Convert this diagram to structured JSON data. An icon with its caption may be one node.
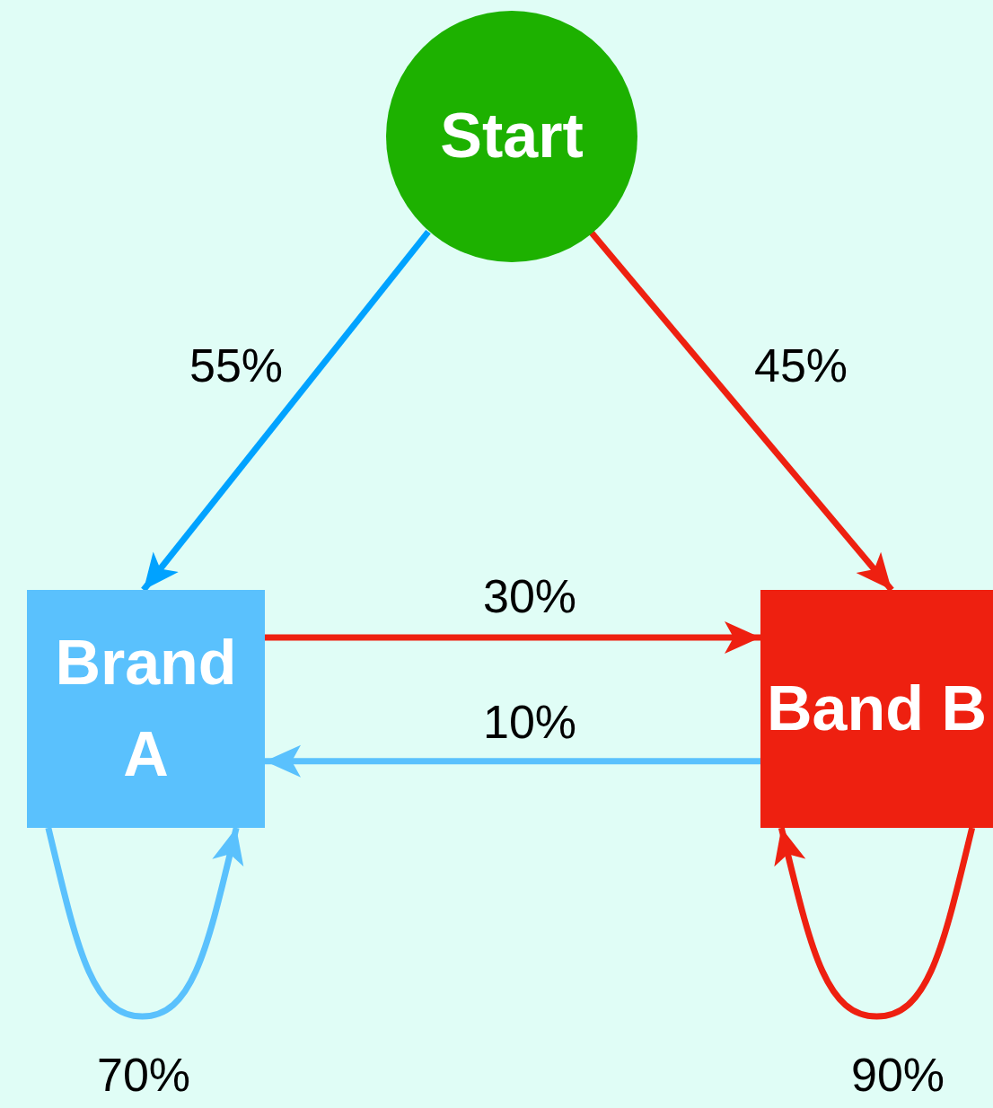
{
  "diagram": {
    "nodes": [
      {
        "text": [
          "Start"
        ]
      },
      {
        "text": [
          "Brand A"
        ]
      },
      {
        "text": [
          "Band B"
        ]
      }
    ],
    "edges": [
      {
        "from": 0,
        "to": 1,
        "arrow": "to",
        "label": "55%",
        "color": "#00a2ff"
      },
      {
        "from": 0,
        "to": 2,
        "arrow": "to",
        "label": "45%",
        "color": "#ee2010"
      },
      {
        "from": 1,
        "to": 2,
        "arrow": "to",
        "label": "30%",
        "color": "#ee2010"
      },
      {
        "from": 2,
        "to": 1,
        "arrow": "to",
        "label": "10%",
        "color": "#5ac1fd"
      },
      {
        "from": 1,
        "to": 1,
        "arrow": "to",
        "label": "70%",
        "color": "#5ac1fd"
      },
      {
        "from": 2,
        "to": 2,
        "arrow": "to",
        "label": "90%",
        "color": "#ee2010"
      }
    ]
  }
}
